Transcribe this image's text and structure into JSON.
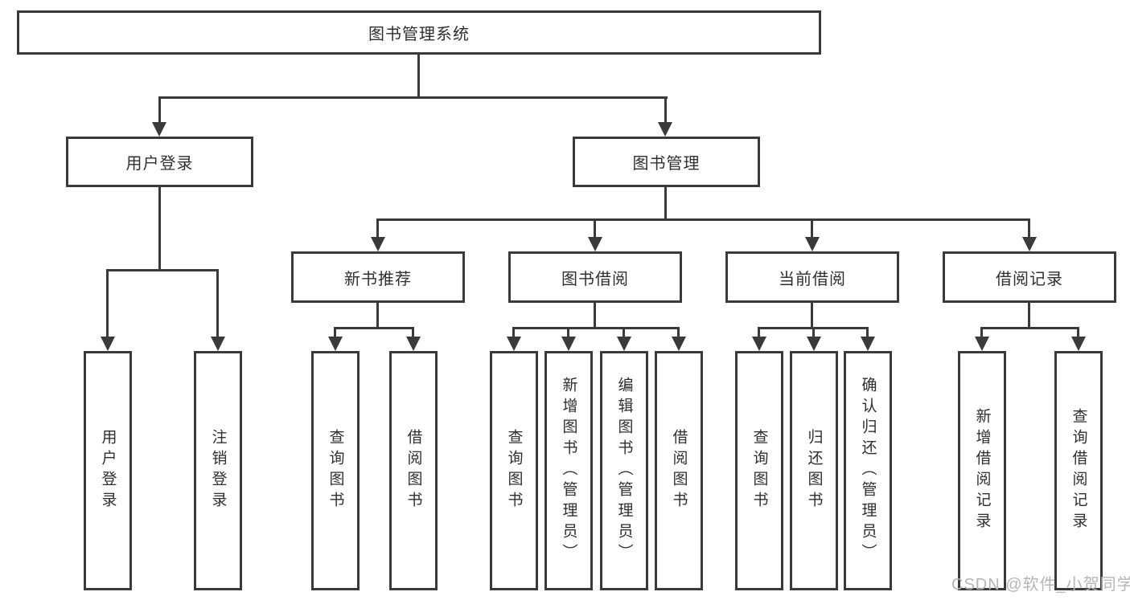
{
  "diagram_type": "tree-structure-diagram",
  "watermark": "CSDN @软件_小贺同学",
  "colors": {
    "line": "#3a3a3a",
    "text": "#2f2f2f",
    "watermark_gray": "#b5b5b5",
    "background": "#ffffff"
  },
  "tree": {
    "root": {
      "label": "图书管理系统"
    },
    "level2": [
      {
        "label": "用户登录",
        "children": [
          {
            "label": "用户登录"
          },
          {
            "label": "注销登录"
          }
        ]
      },
      {
        "label": "图书管理",
        "children": [
          {
            "label": "新书推荐",
            "children": [
              {
                "label": "查询图书"
              },
              {
                "label": "借阅图书"
              }
            ]
          },
          {
            "label": "图书借阅",
            "children": [
              {
                "label": "查询图书"
              },
              {
                "label": "新增图书（管理员）"
              },
              {
                "label": "编辑图书（管理员）"
              },
              {
                "label": "借阅图书"
              }
            ]
          },
          {
            "label": "当前借阅",
            "children": [
              {
                "label": "查询图书"
              },
              {
                "label": "归还图书"
              },
              {
                "label": "确认归还（管理员）"
              }
            ]
          },
          {
            "label": "借阅记录",
            "children": [
              {
                "label": "新增借阅记录"
              },
              {
                "label": "查询借阅记录"
              }
            ]
          }
        ]
      }
    ]
  }
}
